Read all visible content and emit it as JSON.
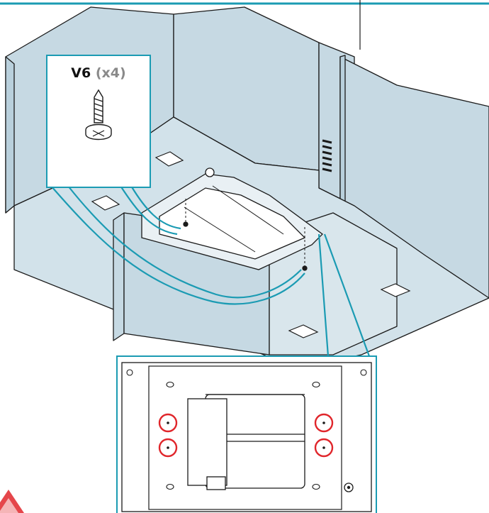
{
  "callout": {
    "part_code": "V6",
    "quantity": "(x4)"
  },
  "colors": {
    "accent": "#1b9bb3",
    "panel_fill": "#c6d9e3",
    "line": "#1a1a1a",
    "highlight": "#e0262b",
    "warning_mark": "#e0262b"
  },
  "icons": {
    "fastener": "screw-icon",
    "highlight": "hole-highlight-circle",
    "warning": "warning-triangle-icon"
  },
  "highlighted_holes": 4
}
